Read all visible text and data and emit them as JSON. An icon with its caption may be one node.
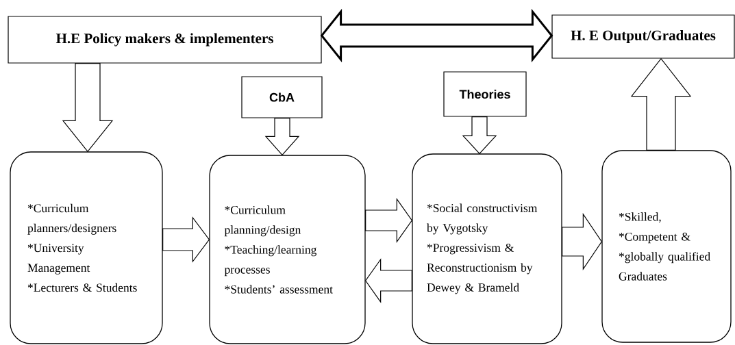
{
  "diagram": {
    "nodes": [
      {
        "text": [
          "H.E Policy makers & implementers"
        ]
      },
      {
        "text": [
          "H. E Output/Graduates"
        ]
      },
      {
        "text": [
          "CbA"
        ]
      },
      {
        "text": [
          "Theories"
        ]
      },
      {
        "text": [
          "*Curriculum planners/designers",
          "*University Management",
          "*Lecturers & Students"
        ]
      },
      {
        "text": [
          "*Curriculum planning/design",
          "*Teaching/learning processes",
          "*Students’ assessment"
        ]
      },
      {
        "text": [
          "*Social constructivism by Vygotsky",
          "*Progressivism & Reconstructionism by Dewey & Brameld"
        ]
      },
      {
        "text": [
          "*Skilled,",
          "*Competent &",
          "*globally qualified Graduates"
        ]
      }
    ],
    "edges": [
      {
        "from": 0,
        "to": 1,
        "arrow": "both",
        "style": "thick"
      },
      {
        "from": 0,
        "to": 4,
        "arrow": "to"
      },
      {
        "from": 2,
        "to": 5,
        "arrow": "to"
      },
      {
        "from": 3,
        "to": 6,
        "arrow": "to"
      },
      {
        "from": 4,
        "to": 5,
        "arrow": "to"
      },
      {
        "from": 5,
        "to": 6,
        "arrow": "to"
      },
      {
        "from": 6,
        "to": 5,
        "arrow": "to"
      },
      {
        "from": 6,
        "to": 7,
        "arrow": "to"
      },
      {
        "from": 7,
        "to": 1,
        "arrow": "to"
      }
    ]
  }
}
